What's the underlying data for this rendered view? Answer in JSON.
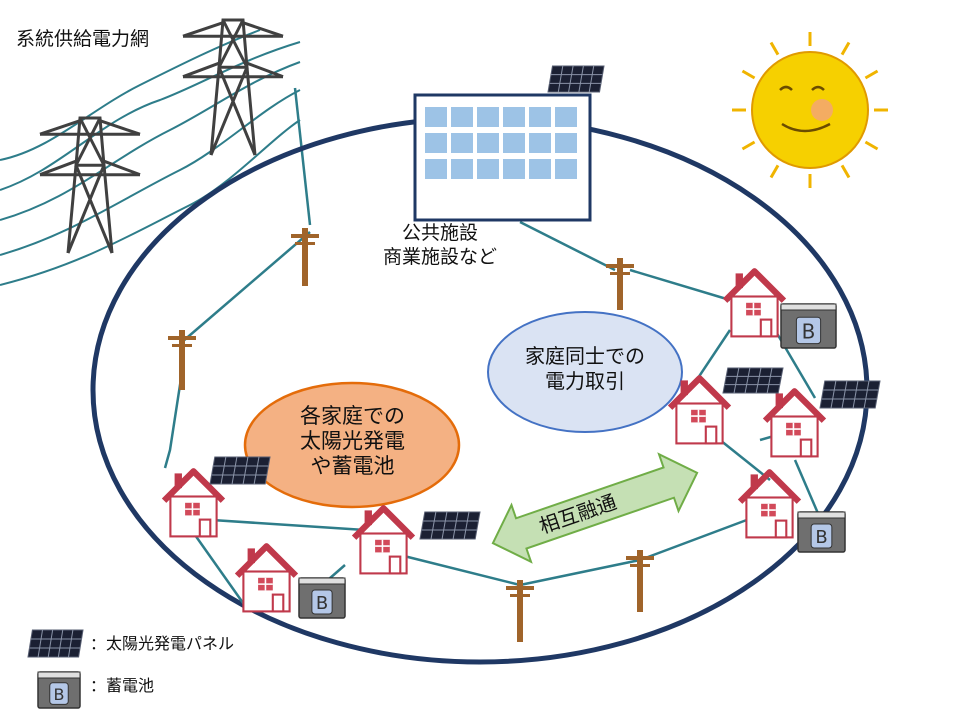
{
  "labels": {
    "grid": "系統供給電力網",
    "facility_line1": "公共施設",
    "facility_line2": "商業施設など",
    "p2p_line1": "家庭同士での",
    "p2p_line2": "電力取引",
    "home_line1": "各家庭での",
    "home_line2": "太陽光発電",
    "home_line3": "や蓄電池",
    "exchange": "相互融通"
  },
  "battery_letter": "B",
  "legend": {
    "solar_panel": "：太陽光発電パネル",
    "battery": "：蓄電池"
  },
  "colors": {
    "community_ring": "#1f3864",
    "power_line": "#2e7d8a",
    "house_outline": "#c0394b",
    "window": "#d24a5a",
    "pole": "#a0642a",
    "tower": "#404040",
    "solar_cell": "#1b2033",
    "facility_panel": "#9dc3e6",
    "battery_body": "#6f6f6f",
    "battery_face": "#b4c7e7",
    "bubble_blue_fill": "#dae3f3",
    "bubble_blue_stroke": "#4472c4",
    "bubble_orange_fill": "#f4b183",
    "bubble_orange_stroke": "#e46c0a",
    "arrow_fill": "#c5e0b4",
    "arrow_stroke": "#70ad47",
    "sun": "#f6d000"
  },
  "icons": [
    "transmission-tower-icon",
    "utility-pole-icon",
    "house-icon",
    "solar-panel-icon",
    "battery-icon",
    "sun-icon",
    "facility-building-icon"
  ]
}
